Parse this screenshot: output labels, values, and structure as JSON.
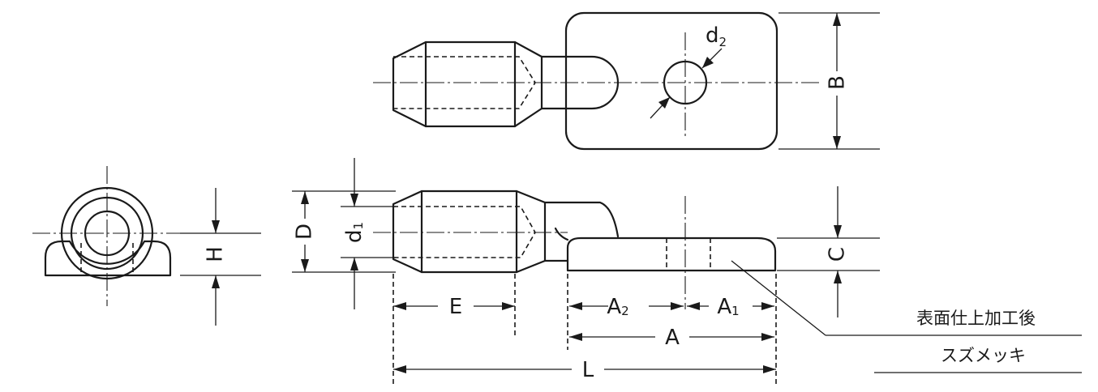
{
  "dimensions": {
    "B": "B",
    "C": "C",
    "D": "D",
    "E": "E",
    "H": "H",
    "L": "L",
    "A": "A",
    "A2": "A",
    "A2_sub": "2",
    "A1": "A",
    "A1_sub": "1",
    "d1": "d",
    "d1_sub": "1",
    "d2": "d",
    "d2_sub": "2"
  },
  "notes": {
    "surface_finish": "表面仕上加工後",
    "plating": "スズメッキ"
  }
}
